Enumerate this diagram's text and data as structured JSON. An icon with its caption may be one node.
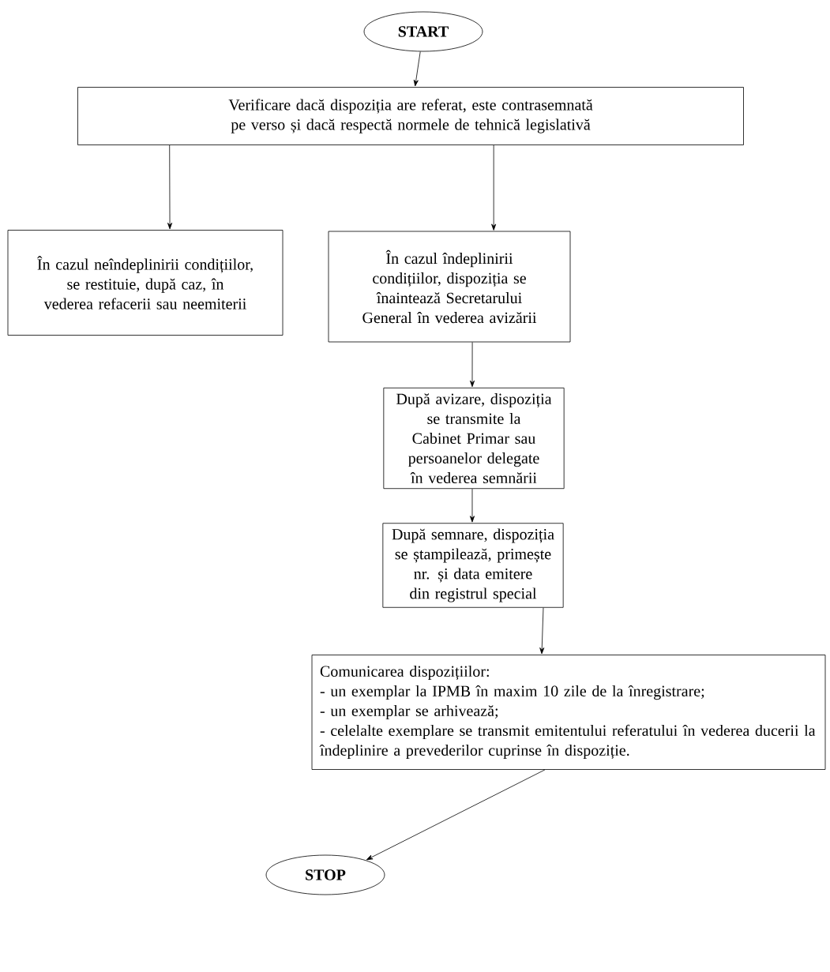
{
  "diagram": {
    "nodes": [
      {
        "text": [
          "START"
        ]
      },
      {
        "text": [
          "Verificare dacă dispoziția are referat, este contrasemnată pe verso și dacă respectă normele de tehnică legislativă"
        ]
      },
      {
        "text": [
          "În cazul neîndeplinirii condițiilor, se restituie, după caz, în vederea refacerii sau neemiterii"
        ]
      },
      {
        "text": [
          "În cazul îndeplinirii condițiilor, dispoziția se înaintează Secretarului General în vederea avizării"
        ]
      },
      {
        "text": [
          "După avizare, dispoziția se transmite la Cabinet Primar sau persoanelor delegate în vederea semnării"
        ]
      },
      {
        "text": [
          "După semnare, dispoziția se ștampilează, primește nr. și data emitere din registrul special"
        ]
      },
      {
        "text": [
          "Comunicarea dispozițiilor:",
          "- un exemplar la IPMB în maxim 10 zile de la înregistrare;",
          "- un exemplar se arhivează;",
          "- celelalte exemplare se transmit emitentului referatului în vederea ducerii la îndeplinire a prevederilor cuprinse în dispoziție."
        ]
      },
      {
        "text": [
          "STOP"
        ]
      }
    ],
    "edges": [
      {
        "from": 0,
        "to": 1,
        "arrow": "to"
      },
      {
        "from": 1,
        "to": 2,
        "arrow": "to"
      },
      {
        "from": 1,
        "to": 3,
        "arrow": "to"
      },
      {
        "from": 3,
        "to": 4,
        "arrow": "to"
      },
      {
        "from": 4,
        "to": 5,
        "arrow": "to"
      },
      {
        "from": 5,
        "to": 6,
        "arrow": "to"
      },
      {
        "from": 6,
        "to": 7,
        "arrow": "to"
      }
    ]
  }
}
